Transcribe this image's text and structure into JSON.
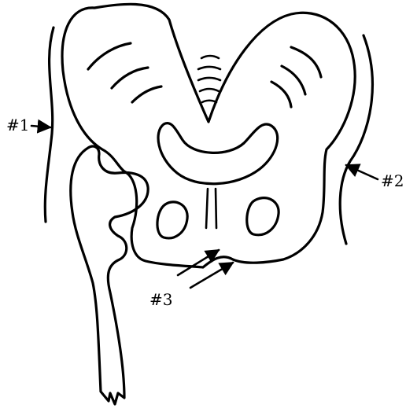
{
  "labels": {
    "one": "#1",
    "two": "#2",
    "three": "#3"
  },
  "colors": {
    "line": "#000000",
    "background": "#ffffff"
  }
}
